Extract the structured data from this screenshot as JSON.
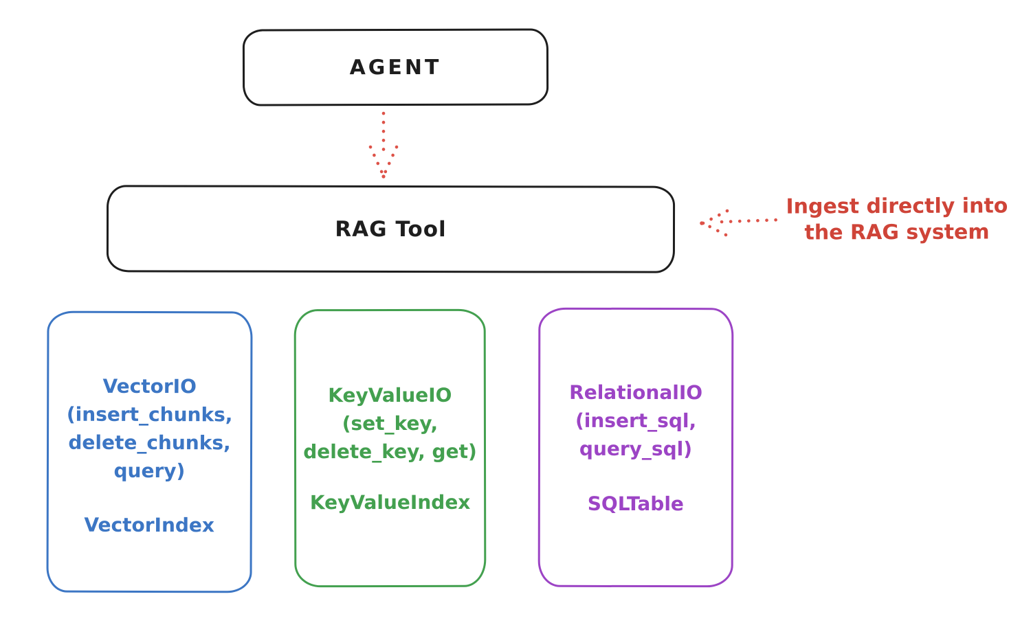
{
  "colors": {
    "ink": "#1e1e1e",
    "blue": "#3c76c4",
    "green": "#43a04f",
    "purple": "#9c44c5",
    "red-text": "#cf4438",
    "red-arrow": "#dd5248"
  },
  "agent": {
    "label": "AGENT"
  },
  "rag_tool": {
    "label": "RAG Tool"
  },
  "annotation": {
    "line1": "Ingest directly into",
    "line2": "the RAG system"
  },
  "stores": [
    {
      "name": "vector-io",
      "lines": [
        "VectorIO",
        "(insert_chunks,",
        "delete_chunks,",
        "query)"
      ],
      "index": "VectorIndex"
    },
    {
      "name": "keyvalue-io",
      "lines": [
        "KeyValueIO",
        "(set_key,",
        "delete_key, get)"
      ],
      "index": "KeyValueIndex"
    },
    {
      "name": "relational-io",
      "lines": [
        "RelationalIO",
        "(insert_sql,",
        "query_sql)"
      ],
      "index": "SQLTable"
    }
  ]
}
